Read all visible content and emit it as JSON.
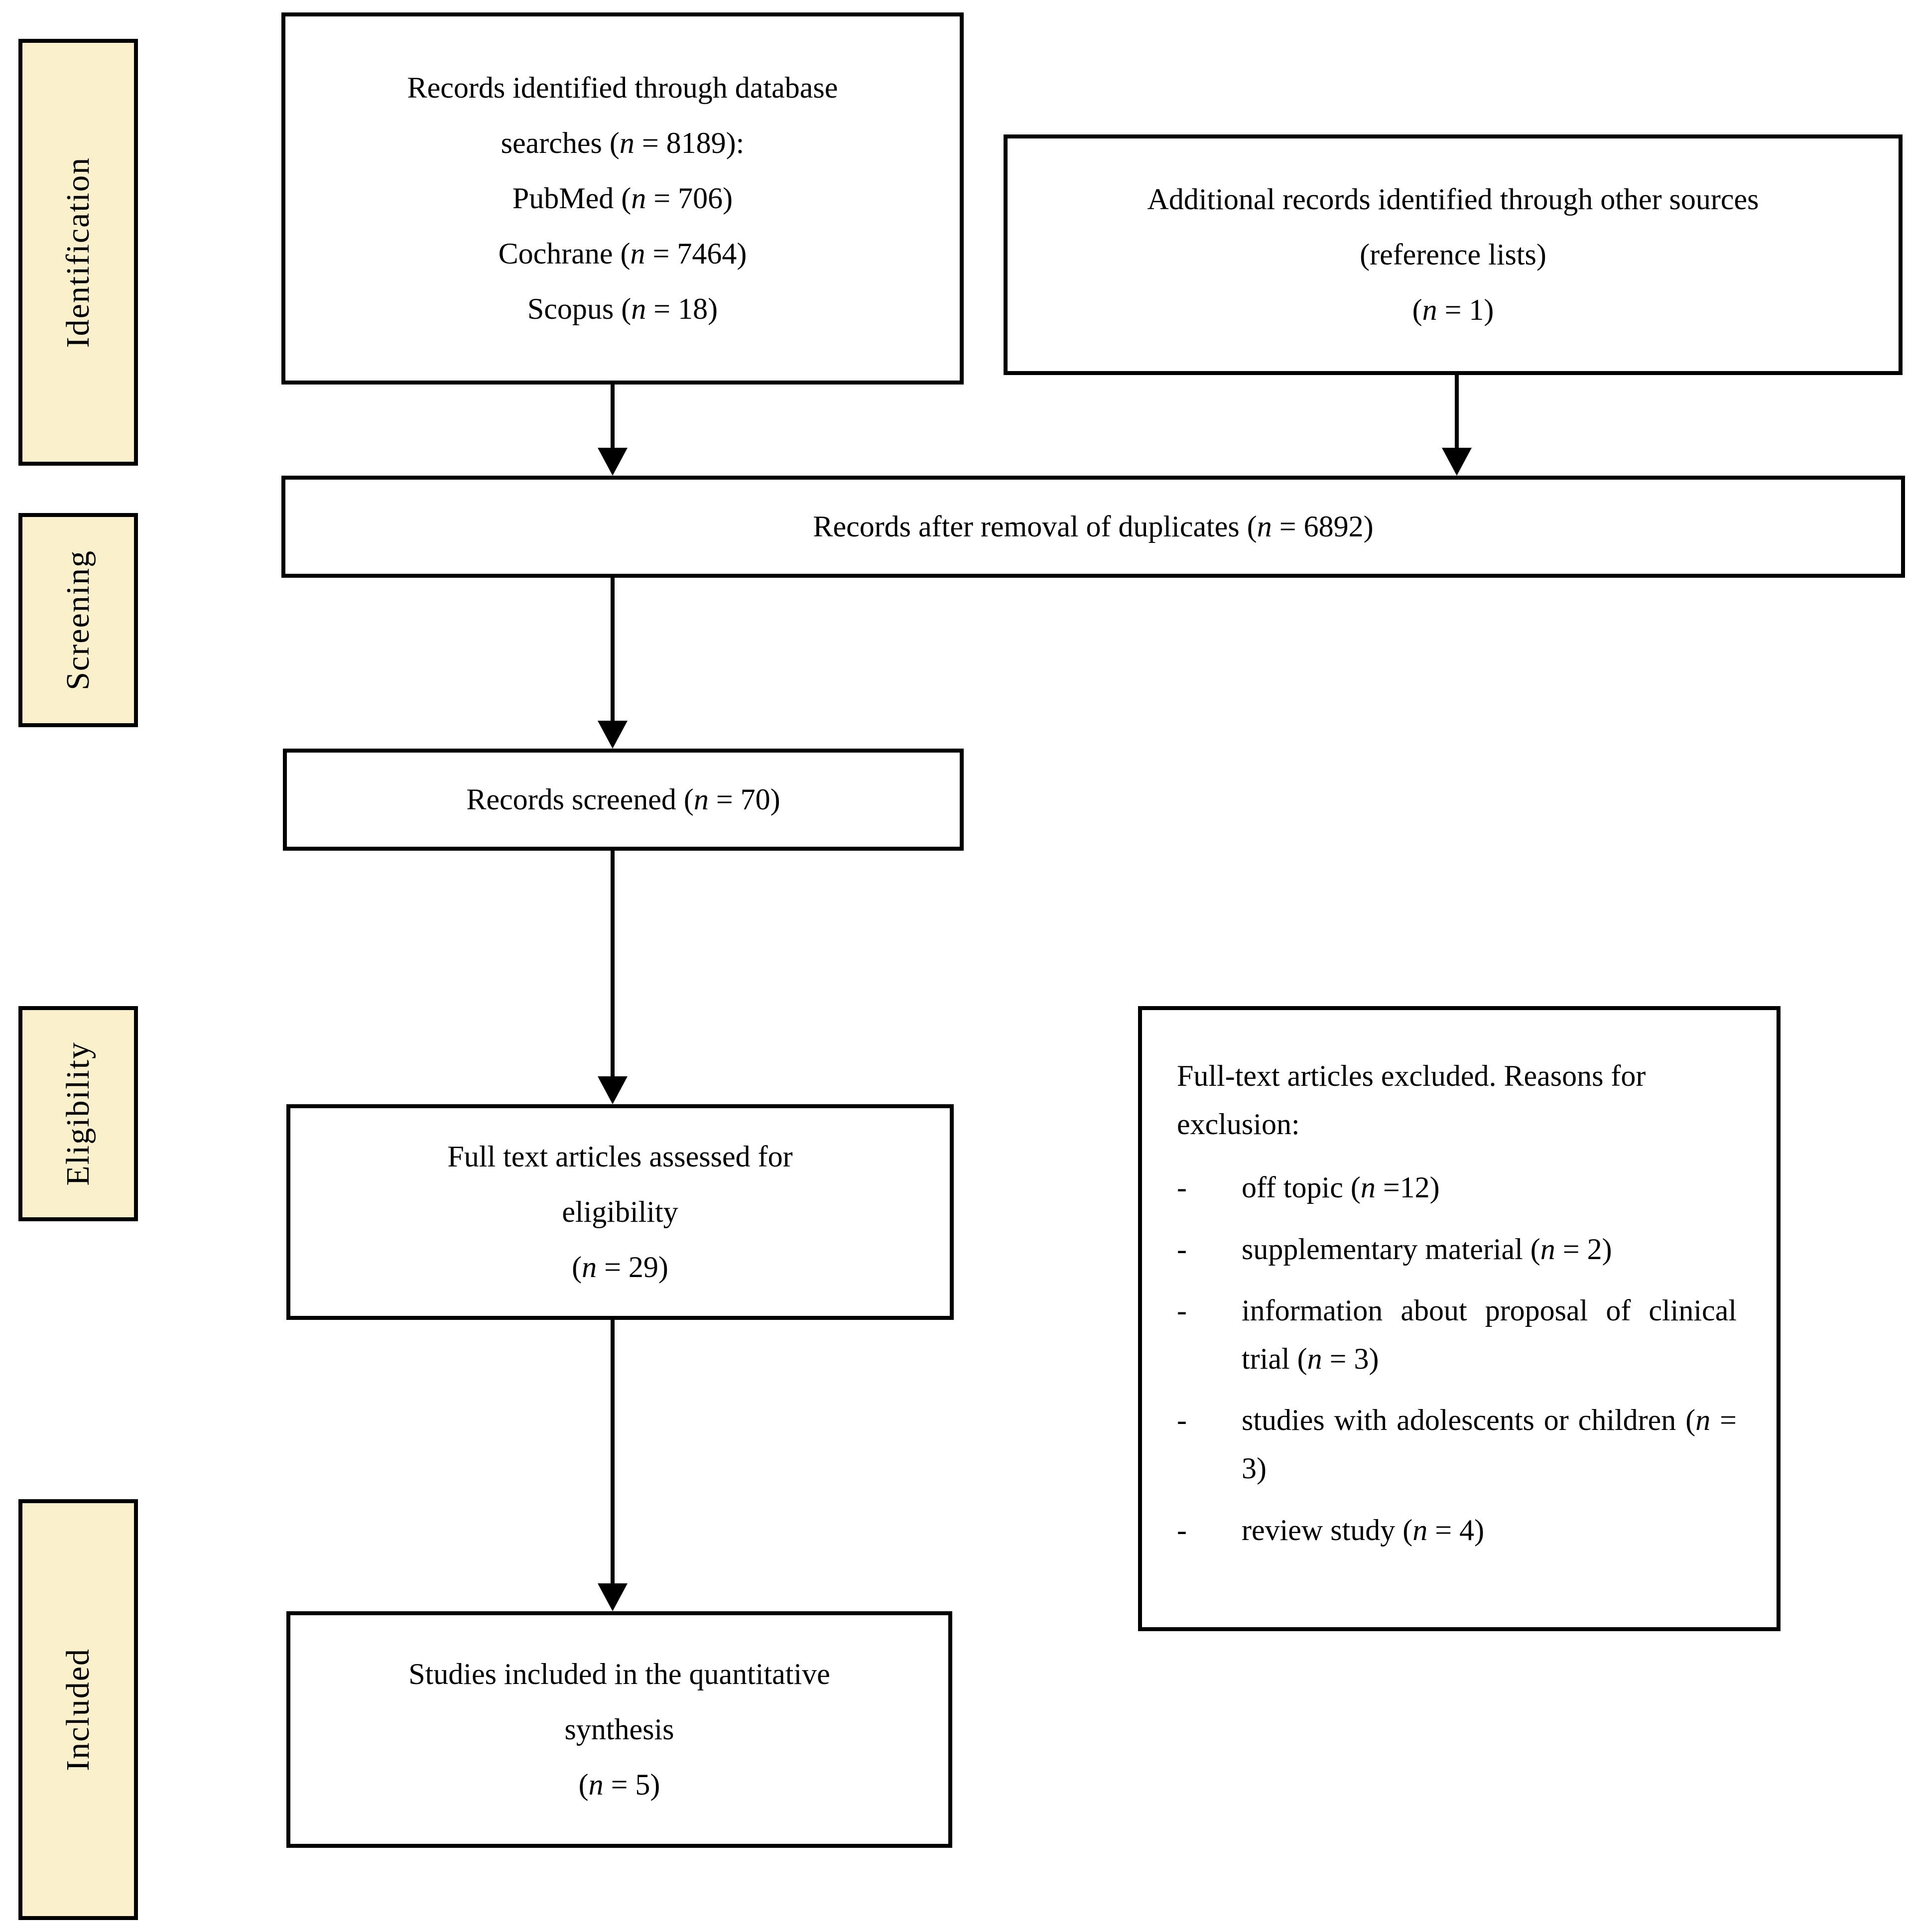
{
  "colors": {
    "stage_fill": "#fbf0cc",
    "border": "#000000",
    "background": "#ffffff"
  },
  "stages": [
    {
      "id": "identification",
      "label": "Identification"
    },
    {
      "id": "screening",
      "label": "Screening"
    },
    {
      "id": "eligibility",
      "label": "Eligibility"
    },
    {
      "id": "included",
      "label": "Included"
    }
  ],
  "boxes": {
    "identified": {
      "lines": [
        [
          {
            "text": "Records identified through database"
          }
        ],
        [
          {
            "text": "searches ("
          },
          {
            "text": "n",
            "italic": true
          },
          {
            "text": " = 8189):"
          }
        ],
        [
          {
            "text": "PubMed ("
          },
          {
            "text": "n",
            "italic": true
          },
          {
            "text": " = 706)"
          }
        ],
        [
          {
            "text": "Cochrane ("
          },
          {
            "text": "n",
            "italic": true
          },
          {
            "text": " = 7464)"
          }
        ],
        [
          {
            "text": "Scopus ("
          },
          {
            "text": "n",
            "italic": true
          },
          {
            "text": " = 18)"
          }
        ]
      ]
    },
    "additional": {
      "lines": [
        [
          {
            "text": "Additional records identified through other sources"
          }
        ],
        [
          {
            "text": "(reference lists)"
          }
        ],
        [
          {
            "text": "("
          },
          {
            "text": "n",
            "italic": true
          },
          {
            "text": " = 1)"
          }
        ]
      ]
    },
    "duplicates": {
      "lines": [
        [
          {
            "text": "Records after removal of duplicates ("
          },
          {
            "text": "n",
            "italic": true
          },
          {
            "text": " = 6892)"
          }
        ]
      ]
    },
    "screened": {
      "lines": [
        [
          {
            "text": "Records screened ("
          },
          {
            "text": "n",
            "italic": true
          },
          {
            "text": " = 70)"
          }
        ]
      ]
    },
    "fulltext": {
      "lines": [
        [
          {
            "text": "Full text articles assessed for"
          }
        ],
        [
          {
            "text": "eligibility"
          }
        ],
        [
          {
            "text": "("
          },
          {
            "text": "n",
            "italic": true
          },
          {
            "text": " = 29)"
          }
        ]
      ]
    },
    "included": {
      "lines": [
        [
          {
            "text": "Studies included in the quantitative"
          }
        ],
        [
          {
            "text": "synthesis"
          }
        ],
        [
          {
            "text": "("
          },
          {
            "text": "n",
            "italic": true
          },
          {
            "text": " = 5)"
          }
        ]
      ]
    }
  },
  "exclusion": {
    "heading": [
      {
        "text": "Full-text articles excluded. Reasons for exclusion:"
      }
    ],
    "bullet": "-",
    "items": [
      {
        "parts": [
          {
            "text": "off topic ("
          },
          {
            "text": "n",
            "italic": true
          },
          {
            "text": " =12)"
          }
        ]
      },
      {
        "parts": [
          {
            "text": "supplementary material ("
          },
          {
            "text": "n",
            "italic": true
          },
          {
            "text": " = 2)"
          }
        ]
      },
      {
        "parts": [
          {
            "text": "information about proposal of clinical trial ("
          },
          {
            "text": "n",
            "italic": true
          },
          {
            "text": " = 3)"
          }
        ]
      },
      {
        "parts": [
          {
            "text": "studies with adolescents or children ("
          },
          {
            "text": "n",
            "italic": true
          },
          {
            "text": " = 3)"
          }
        ]
      },
      {
        "parts": [
          {
            "text": "review study ("
          },
          {
            "text": "n",
            "italic": true
          },
          {
            "text": " = 4)"
          }
        ]
      }
    ]
  }
}
